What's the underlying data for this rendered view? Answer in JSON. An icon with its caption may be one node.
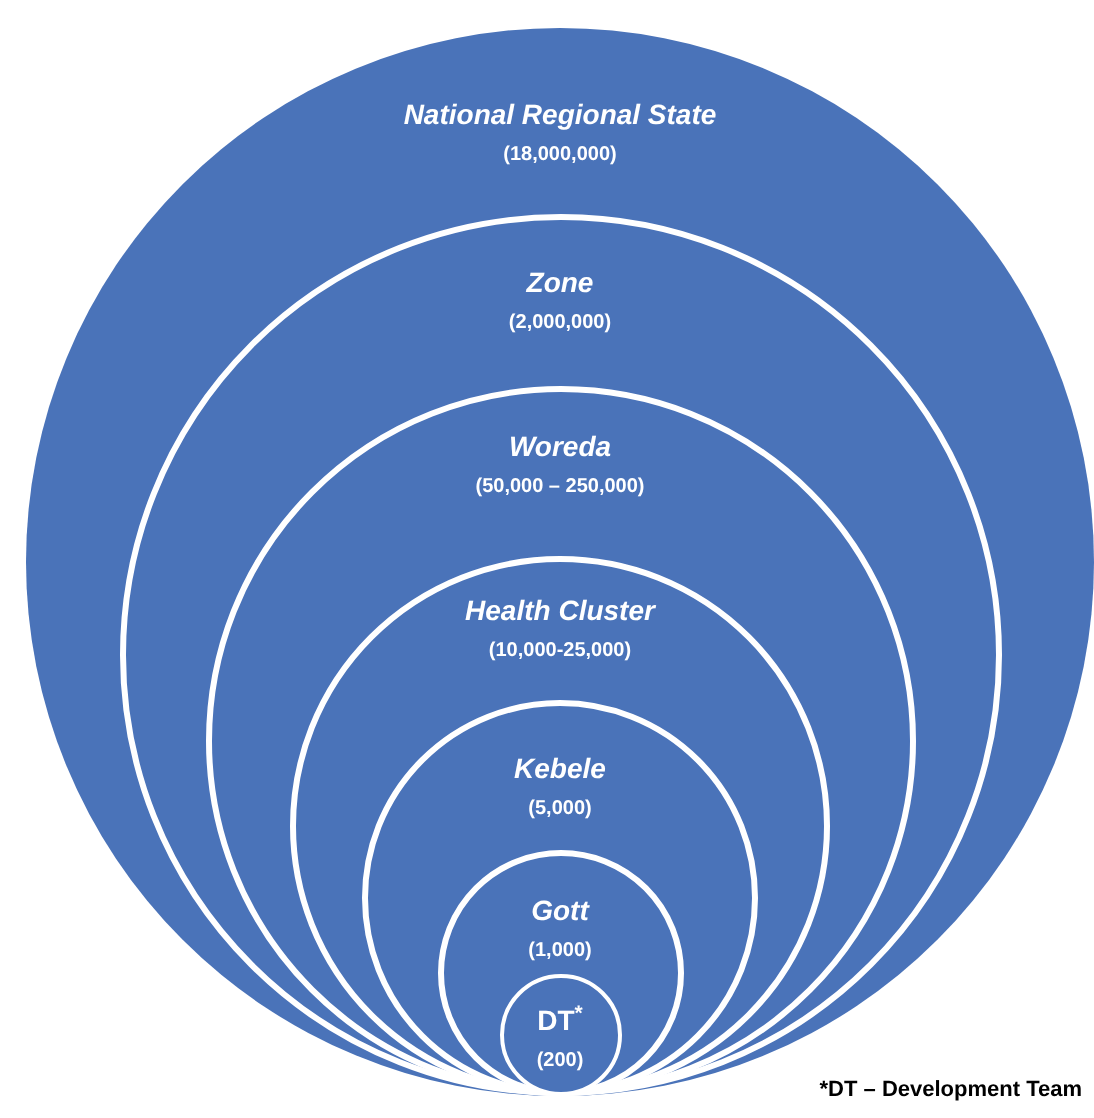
{
  "diagram": {
    "nodes": [
      {
        "text": [
          "National Regional State",
          "(18,000,000)"
        ]
      },
      {
        "text": [
          "Zone",
          "(2,000,000)"
        ],
        "in": 0
      },
      {
        "text": [
          "Woreda",
          "(50,000 – 250,000)"
        ],
        "in": 1
      },
      {
        "text": [
          "Health Cluster",
          "(10,000-25,000)"
        ],
        "in": 2
      },
      {
        "text": [
          "Kebele",
          "(5,000)"
        ],
        "in": 3
      },
      {
        "text": [
          "Gott",
          "(1,000)"
        ],
        "in": 4
      },
      {
        "text": [
          "DT$^{*}$",
          "(200)"
        ],
        "in": 5
      }
    ],
    "labels": [
      "*DT – Development Team"
    ]
  }
}
